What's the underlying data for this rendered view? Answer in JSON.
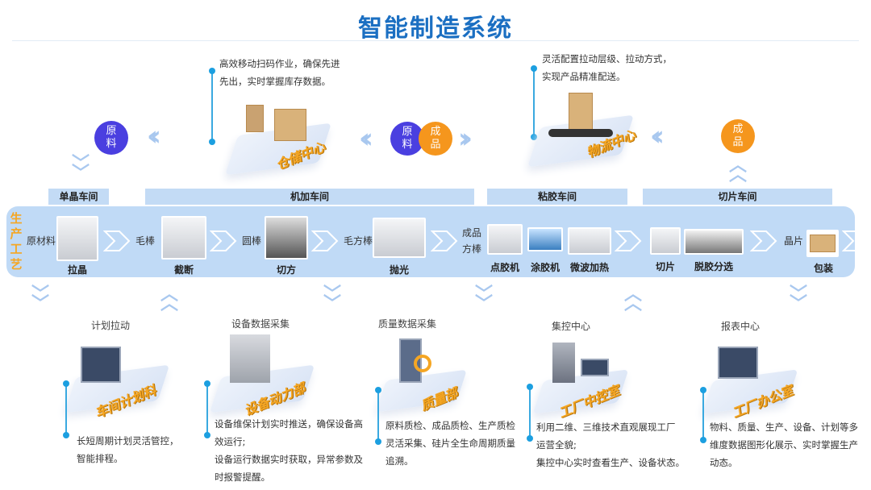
{
  "title": "智能制造系统",
  "top": {
    "left_circle": "原料",
    "warehouse": {
      "desc": [
        "高效移动扫码作业，确保先进",
        "先出，实时掌握库存数据。"
      ],
      "label": "仓储中心"
    },
    "center_circles": [
      "原料",
      "成品"
    ],
    "logistics": {
      "desc": [
        "灵活配置拉动层级、拉动方式，",
        "实现产品精准配送。"
      ],
      "label": "物流中心"
    },
    "right_circle": "成品"
  },
  "workshops": [
    "单晶车间",
    "机加车间",
    "粘胶车间",
    "切片车间"
  ],
  "process": {
    "side_label": "生产工艺",
    "materials": [
      "原材料",
      "毛棒",
      "圆棒",
      "毛方棒",
      "成品方棒",
      "晶片"
    ],
    "machines": [
      "拉晶",
      "截断",
      "切方",
      "抛光",
      "点胶机",
      "涂胶机",
      "微波加热",
      "切片",
      "脱胶分选",
      "包装"
    ]
  },
  "bottom": [
    {
      "title": "计划拉动",
      "label": "车间计划科",
      "desc": [
        "长短周期计划灵活管控，",
        "智能排程。"
      ]
    },
    {
      "title": "设备数据采集",
      "label": "设备动力部",
      "desc": [
        "设备维保计划实时推送，确保设备高",
        "效运行;",
        "设备运行数据实时获取，异常参数及",
        "时报警提醒。"
      ]
    },
    {
      "title": "质量数据采集",
      "label": "质量部",
      "desc": [
        "原料质检、成品质检、生产质检",
        "灵活采集、硅片全生命周期质量",
        "追溯。"
      ]
    },
    {
      "title": "集控中心",
      "label": "工厂中控室",
      "desc": [
        "利用二维、三维技术直观展现工厂",
        "运营全貌;",
        "集控中心实时查看生产、设备状态。"
      ]
    },
    {
      "title": "报表中心",
      "label": "工厂办公室",
      "desc": [
        "物料、质量、生产、设备、计划等多",
        "维度数据图形化展示、实时掌握生产",
        "动态。"
      ]
    }
  ],
  "colors": {
    "title": "#1b6fc2",
    "purple": "#4a3fe0",
    "orange": "#f5961d",
    "band": "#c0daf6"
  }
}
